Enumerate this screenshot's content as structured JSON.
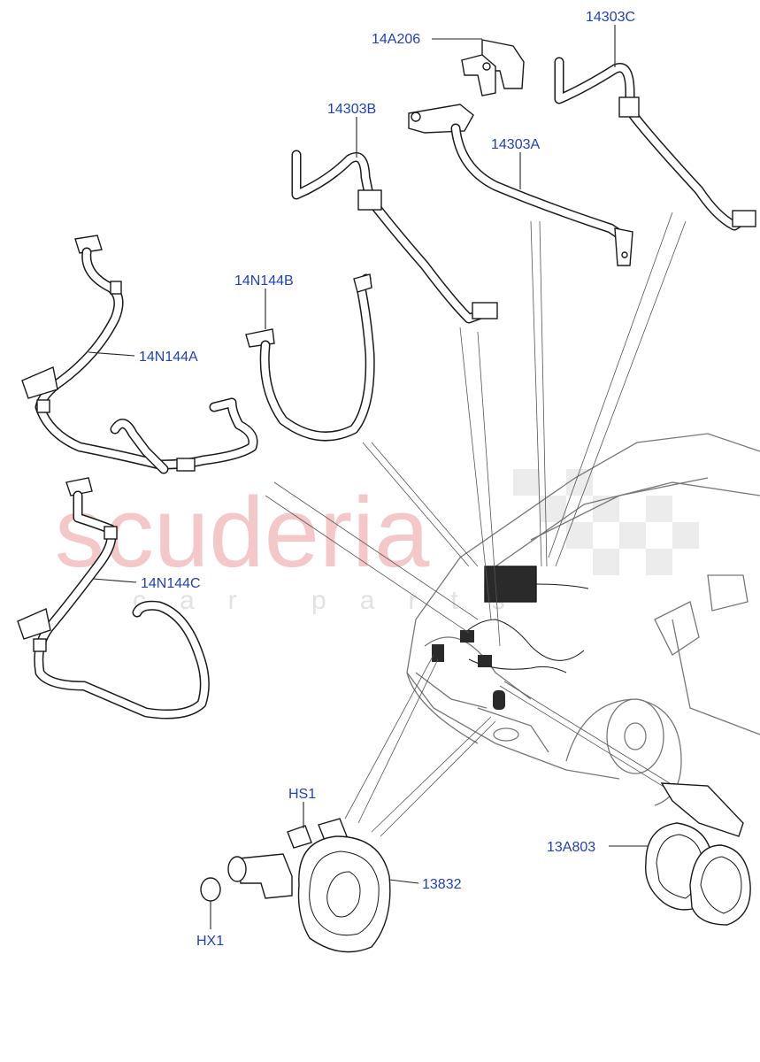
{
  "watermark": {
    "brand": "scuderia",
    "sub": "car parts"
  },
  "callouts": [
    {
      "id": "14A206",
      "text": "14A206"
    },
    {
      "id": "14303C",
      "text": "14303C"
    },
    {
      "id": "14303B",
      "text": "14303B"
    },
    {
      "id": "14303A",
      "text": "14303A"
    },
    {
      "id": "14N144B",
      "text": "14N144B"
    },
    {
      "id": "14N144A",
      "text": "14N144A"
    },
    {
      "id": "14N144C",
      "text": "14N144C"
    },
    {
      "id": "HS1",
      "text": "HS1"
    },
    {
      "id": "13832",
      "text": "13832"
    },
    {
      "id": "13A803",
      "text": "13A803"
    },
    {
      "id": "HX1",
      "text": "HX1"
    }
  ],
  "colors": {
    "callout_text": "#1f3fbf",
    "line_art": "#1a1a1a",
    "watermark": "#f4c8c8"
  }
}
